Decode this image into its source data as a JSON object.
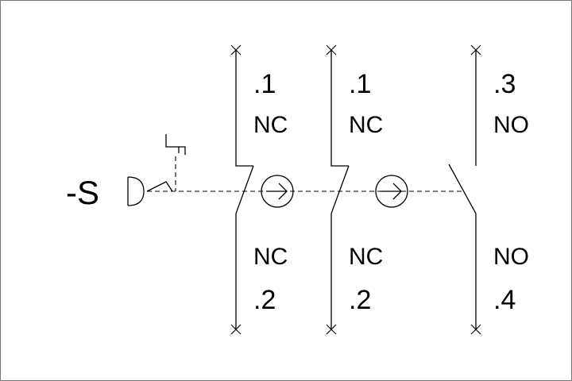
{
  "device_label": "-S",
  "contacts": [
    {
      "type": "NC",
      "top_terminal": ".1",
      "top_label": "NC",
      "bottom_label": "NC",
      "bottom_terminal": ".2"
    },
    {
      "type": "NC",
      "top_terminal": ".1",
      "top_label": "NC",
      "bottom_label": "NC",
      "bottom_terminal": ".2"
    },
    {
      "type": "NO",
      "top_terminal": ".3",
      "top_label": "NO",
      "bottom_label": "NO",
      "bottom_terminal": ".4"
    }
  ],
  "colors": {
    "line": "#000000",
    "frame": "#777777",
    "background": "#ffffff"
  }
}
